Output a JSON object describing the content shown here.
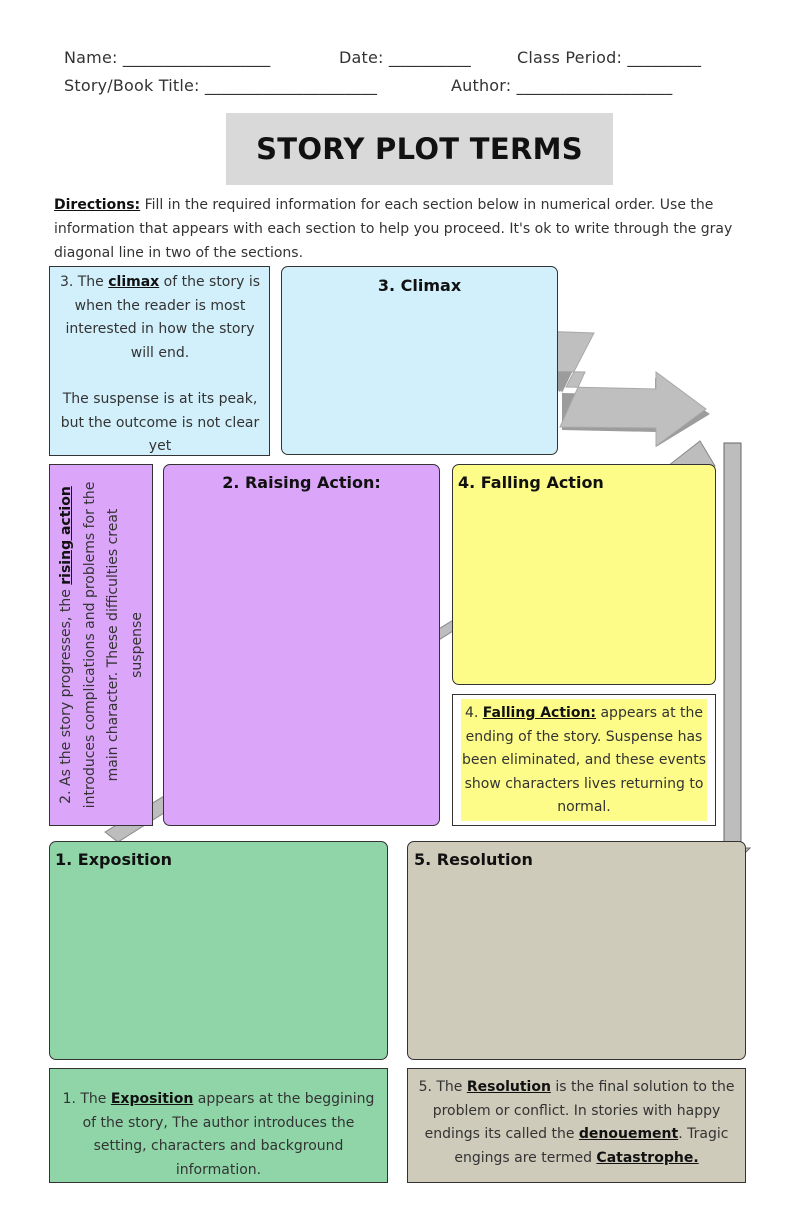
{
  "header": {
    "name_label": "Name: __________________",
    "date_label": "Date: __________",
    "period_label": "Class Period: _________",
    "story_label": "Story/Book Title: _____________________",
    "author_label": "Author: ___________________"
  },
  "title": "STORY PLOT TERMS",
  "directions": {
    "label": "Directions:",
    "text": " Fill in the required information for each section below in numerical order. Use the information that appears with each section to help you proceed. It's ok to write through the gray diagonal line in two of the sections."
  },
  "colors": {
    "climax": "#d2f0fb",
    "rising": "#dba5fa",
    "falling": "#fdfc88",
    "exposition": "#8fd5a8",
    "resolution": "#cfcbbb",
    "arrow": "#bdbdbd"
  },
  "climax": {
    "info_pre": "3. The ",
    "info_term": "climax",
    "info_post": " of the story is when the reader is most interested in how the story will end.",
    "info_line2": "The suspense is at its peak, but the outcome is not clear yet",
    "title": "3. Climax"
  },
  "rising": {
    "info_pre": "2. As the story progresses, the ",
    "info_term": "rising action",
    "info_post": " introduces complications and problems for the main character. These difficulties creat suspense",
    "title": "2. Raising Action:"
  },
  "falling": {
    "title": "4. Falling Action",
    "info_pre": "4. ",
    "info_term": "Falling Action:",
    "info_post": " appears at the ending of the story. Suspense has been eliminated, and these events show characters lives returning to normal."
  },
  "exposition": {
    "title": "1. Exposition",
    "info_pre": "1. The ",
    "info_term": "Exposition",
    "info_post": " appears at the beggining of the story, The author introduces the setting, characters and background information."
  },
  "resolution": {
    "title": "5. Resolution",
    "info_pre": "5. The ",
    "info_term": "Resolution",
    "info_mid": " is the final solution to the problem or conflict. In stories with happy endings its called the ",
    "info_term2": "denouement",
    "info_mid2": ". Tragic engings are termed ",
    "info_term3": "Catastrophe."
  }
}
